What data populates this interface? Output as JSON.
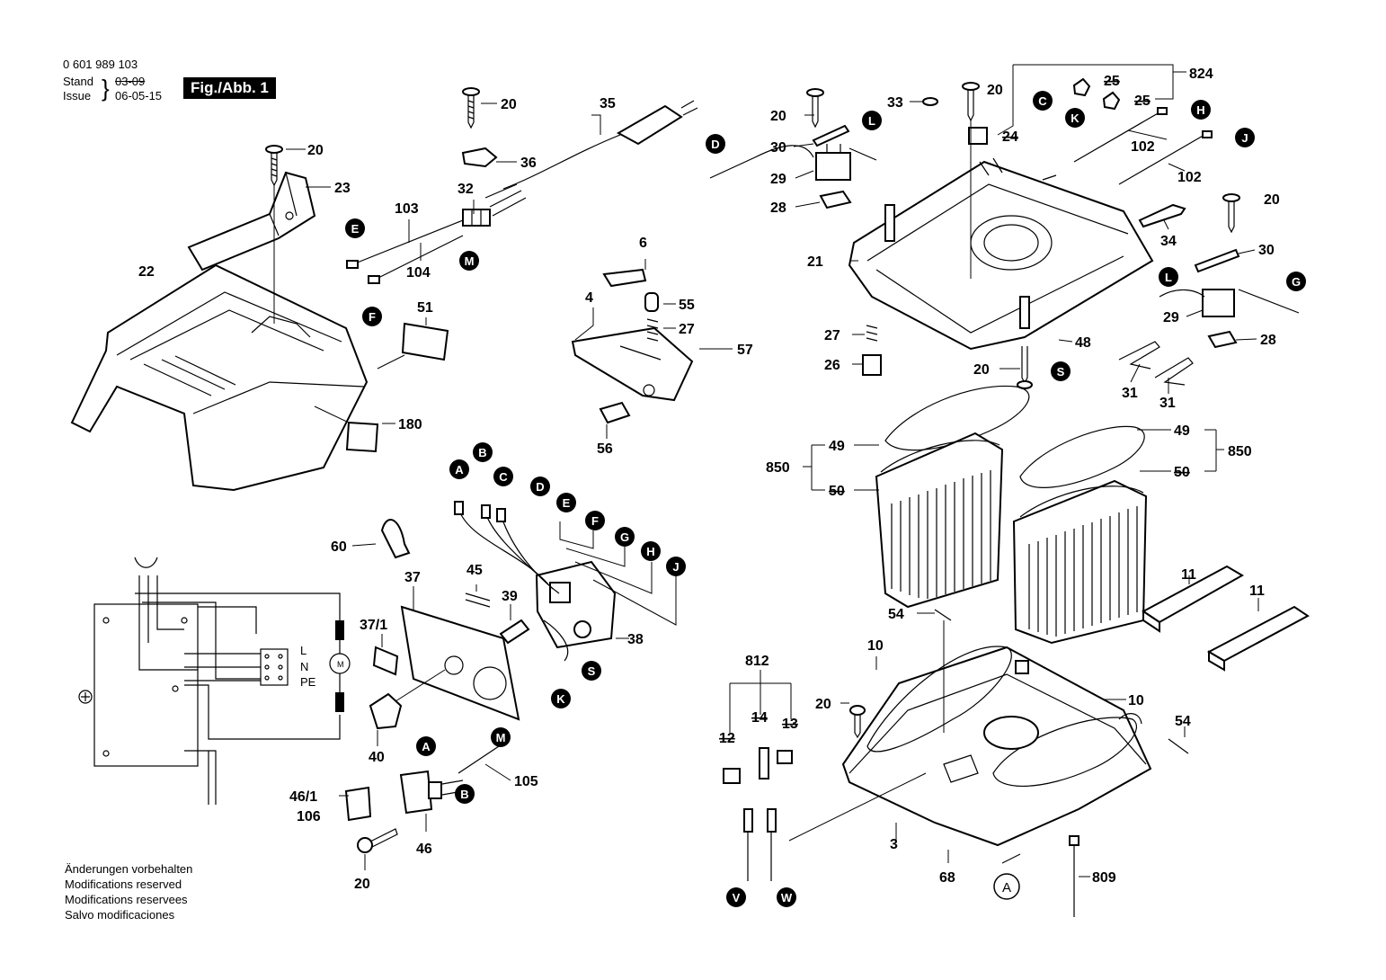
{
  "header": {
    "part_number": "0 601 989 103",
    "stand_label": "Stand",
    "stand_value": "03-09",
    "issue_label": "Issue",
    "issue_value": "06-05-15",
    "figure_label": "Fig./Abb. 1"
  },
  "footer": {
    "lines": [
      "Änderungen vorbehalten",
      "Modifications reserved",
      "Modifications reservees",
      "Salvo modificaciones"
    ]
  },
  "wiring": {
    "L": "L",
    "N": "N",
    "PE": "PE",
    "motor": "M"
  },
  "callouts": [
    {
      "id": "c20a",
      "text": "20"
    },
    {
      "id": "c23",
      "text": "23"
    },
    {
      "id": "c22",
      "text": "22"
    },
    {
      "id": "c20b",
      "text": "20"
    },
    {
      "id": "c35",
      "text": "35"
    },
    {
      "id": "c36",
      "text": "36"
    },
    {
      "id": "c32",
      "text": "32"
    },
    {
      "id": "c103",
      "text": "103"
    },
    {
      "id": "c104",
      "text": "104"
    },
    {
      "id": "c6",
      "text": "6"
    },
    {
      "id": "c4",
      "text": "4"
    },
    {
      "id": "c55",
      "text": "55"
    },
    {
      "id": "c27a",
      "text": "27"
    },
    {
      "id": "c57",
      "text": "57"
    },
    {
      "id": "c56",
      "text": "56"
    },
    {
      "id": "c51",
      "text": "51"
    },
    {
      "id": "c180",
      "text": "180"
    },
    {
      "id": "c60",
      "text": "60"
    },
    {
      "id": "c45",
      "text": "45"
    },
    {
      "id": "c37",
      "text": "37"
    },
    {
      "id": "c39",
      "text": "39"
    },
    {
      "id": "c371",
      "text": "37/1"
    },
    {
      "id": "c38",
      "text": "38"
    },
    {
      "id": "c40",
      "text": "40"
    },
    {
      "id": "c105",
      "text": "105"
    },
    {
      "id": "c461",
      "text": "46/1"
    },
    {
      "id": "c106",
      "text": "106"
    },
    {
      "id": "c46",
      "text": "46"
    },
    {
      "id": "c20c",
      "text": "20"
    },
    {
      "id": "c20d",
      "text": "20"
    },
    {
      "id": "c30a",
      "text": "30"
    },
    {
      "id": "c29a",
      "text": "29"
    },
    {
      "id": "c28a",
      "text": "28"
    },
    {
      "id": "c33",
      "text": "33"
    },
    {
      "id": "c20e",
      "text": "20"
    },
    {
      "id": "c24",
      "text": "24"
    },
    {
      "id": "c25a",
      "text": "25"
    },
    {
      "id": "c25b",
      "text": "25"
    },
    {
      "id": "c824",
      "text": "824"
    },
    {
      "id": "c102a",
      "text": "102"
    },
    {
      "id": "c102b",
      "text": "102"
    },
    {
      "id": "c21",
      "text": "21"
    },
    {
      "id": "c20f",
      "text": "20"
    },
    {
      "id": "c34",
      "text": "34"
    },
    {
      "id": "c30b",
      "text": "30"
    },
    {
      "id": "c29b",
      "text": "29"
    },
    {
      "id": "c28b",
      "text": "28"
    },
    {
      "id": "c27b",
      "text": "27"
    },
    {
      "id": "c26",
      "text": "26"
    },
    {
      "id": "c20g",
      "text": "20"
    },
    {
      "id": "c48",
      "text": "48"
    },
    {
      "id": "c31a",
      "text": "31"
    },
    {
      "id": "c31b",
      "text": "31"
    },
    {
      "id": "c49a",
      "text": "49"
    },
    {
      "id": "c850a",
      "text": "850"
    },
    {
      "id": "c50a",
      "text": "50"
    },
    {
      "id": "c49b",
      "text": "49"
    },
    {
      "id": "c850b",
      "text": "850"
    },
    {
      "id": "c50b",
      "text": "50"
    },
    {
      "id": "c11a",
      "text": "11"
    },
    {
      "id": "c11b",
      "text": "11"
    },
    {
      "id": "c54a",
      "text": "54"
    },
    {
      "id": "c10a",
      "text": "10"
    },
    {
      "id": "c10b",
      "text": "10"
    },
    {
      "id": "c812",
      "text": "812"
    },
    {
      "id": "c12",
      "text": "12"
    },
    {
      "id": "c14",
      "text": "14"
    },
    {
      "id": "c13",
      "text": "13"
    },
    {
      "id": "c20h",
      "text": "20"
    },
    {
      "id": "c54b",
      "text": "54"
    },
    {
      "id": "c3",
      "text": "3"
    },
    {
      "id": "c68",
      "text": "68"
    },
    {
      "id": "c809",
      "text": "809"
    }
  ],
  "markers": [
    {
      "id": "mE1",
      "text": "E"
    },
    {
      "id": "mM1",
      "text": "M"
    },
    {
      "id": "mF1",
      "text": "F"
    },
    {
      "id": "mA1",
      "text": "A"
    },
    {
      "id": "mB1",
      "text": "B"
    },
    {
      "id": "mC1",
      "text": "C"
    },
    {
      "id": "mD1",
      "text": "D"
    },
    {
      "id": "mE2",
      "text": "E"
    },
    {
      "id": "mF2",
      "text": "F"
    },
    {
      "id": "mG1",
      "text": "G"
    },
    {
      "id": "mH1",
      "text": "H"
    },
    {
      "id": "mJ1",
      "text": "J"
    },
    {
      "id": "mS1",
      "text": "S"
    },
    {
      "id": "mK1",
      "text": "K"
    },
    {
      "id": "mA2",
      "text": "A"
    },
    {
      "id": "mM2",
      "text": "M"
    },
    {
      "id": "mB2",
      "text": "B"
    },
    {
      "id": "mD2",
      "text": "D"
    },
    {
      "id": "mL1",
      "text": "L"
    },
    {
      "id": "mC2",
      "text": "C"
    },
    {
      "id": "mK2",
      "text": "K"
    },
    {
      "id": "mH2",
      "text": "H"
    },
    {
      "id": "mJ2",
      "text": "J"
    },
    {
      "id": "mL2",
      "text": "L"
    },
    {
      "id": "mG2",
      "text": "G"
    },
    {
      "id": "mS2",
      "text": "S"
    },
    {
      "id": "mV",
      "text": "V"
    },
    {
      "id": "mW",
      "text": "W"
    }
  ],
  "open_marker": {
    "text": "A"
  }
}
